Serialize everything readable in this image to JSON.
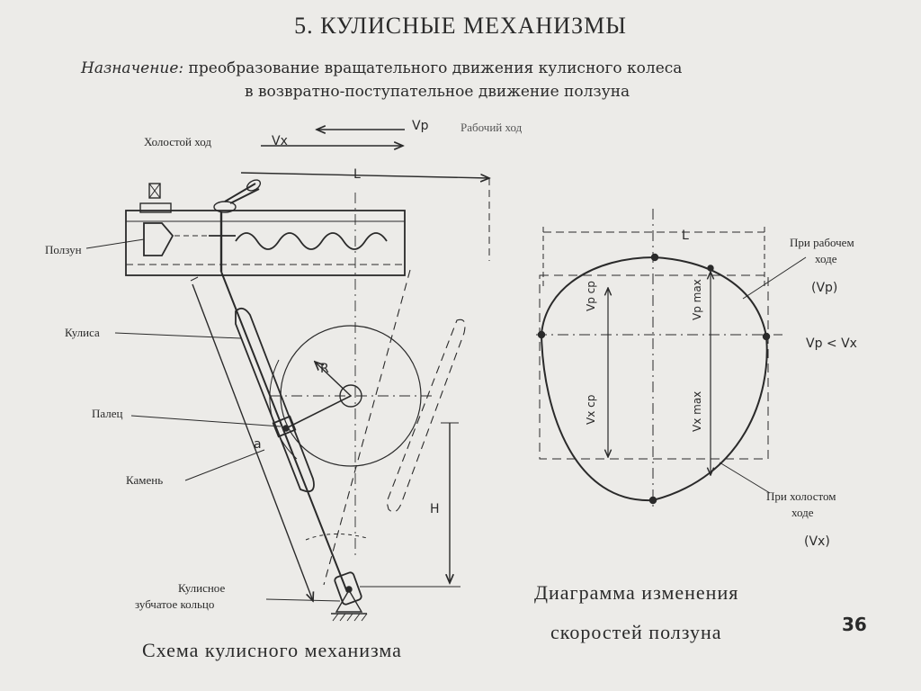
{
  "title": "5. КУЛИСНЫЕ МЕХАНИЗМЫ",
  "purpose": {
    "label": "Назначение:",
    "text_line1": "преобразование вращательного движения кулисного колеса",
    "text_line2": "в возвратно-поступательное движение ползуна"
  },
  "mechanism": {
    "idle_stroke_label": "Холостой ход",
    "vx_label": "Vx",
    "vp_label": "Vр",
    "working_stroke_label": "Рабочий ход",
    "length_label": "L",
    "slider_label": "Ползун",
    "link_label": "Кулиса",
    "pin_label": "Палец",
    "stone_label": "Камень",
    "ring_label_line1": "Кулисное",
    "ring_label_line2": "зубчатое кольцо",
    "radius_label": "R",
    "height_label": "H",
    "angle_label": "a",
    "caption": "Схема кулисного механизма"
  },
  "diagram": {
    "length_label": "L",
    "vp_avg_label": "Vр ср",
    "vp_max_label": "Vр max",
    "vx_avg_label": "Vx ср",
    "vx_max_label": "Vx max",
    "working_line1": "При рабочем",
    "working_line2": "ходе",
    "working_symbol": "(Vр)",
    "relation": "Vр < Vx",
    "idle_line1": "При холостом",
    "idle_line2": "ходе",
    "idle_symbol": "(Vx)",
    "caption_line1": "Диаграмма изменения",
    "caption_line2": "скоростей ползуна"
  },
  "page_number": "36",
  "colors": {
    "background": "#ecebe8",
    "ink": "#2a2a2a"
  }
}
